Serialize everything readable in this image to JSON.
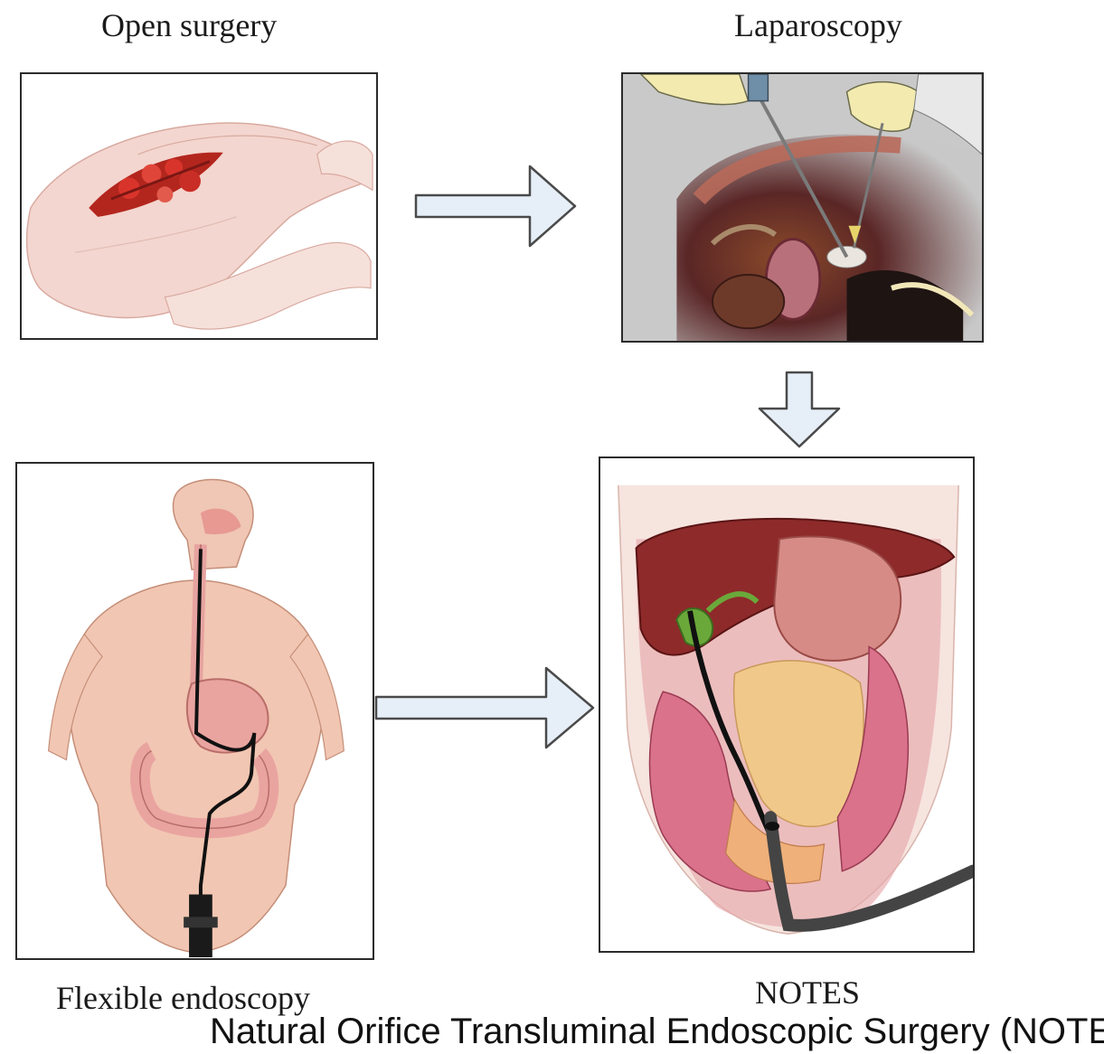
{
  "panels": {
    "open_surgery": {
      "label": "Open surgery"
    },
    "laparoscopy": {
      "label": "Laparoscopy"
    },
    "flexible_endoscopy": {
      "label": "Flexible endoscopy"
    },
    "notes": {
      "label": "NOTES"
    }
  },
  "caption": "Natural Orifice Transluminal Endoscopic Surgery (NOTES)",
  "colors": {
    "arrow_fill": "#e6eef7",
    "arrow_stroke": "#4a4a4a",
    "frame_border": "#2b2b2b",
    "skin": "#f2d7d0",
    "organ_red": "#c4302b",
    "liver": "#8e2a2a",
    "pancreas": "#f0c98a",
    "intestine": "#d9728a",
    "gallbladder": "#6aa83a"
  }
}
